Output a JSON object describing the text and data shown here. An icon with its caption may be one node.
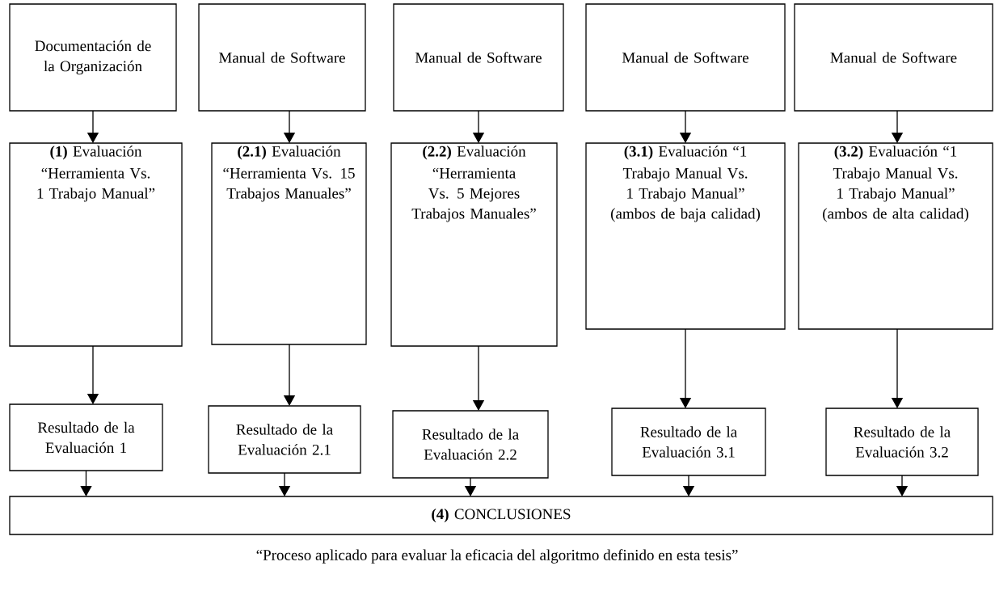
{
  "diagram": {
    "caption": "“Proceso aplicado para evaluar la eficacia del algoritmo definido en esta tesis”",
    "nodes": [
      {
        "text": [
          "Documentación de la Organización"
        ]
      },
      {
        "text": [
          "Manual de Software"
        ]
      },
      {
        "text": [
          "Manual de Software"
        ]
      },
      {
        "text": [
          "Manual de Software"
        ]
      },
      {
        "text": [
          "Manual de Software"
        ]
      },
      {
        "text": [
          "**(1)** Evaluación “Herramienta Vs. 1 Trabajo Manual”"
        ]
      },
      {
        "text": [
          "**(2.1)** Evaluación “Herramienta Vs. 15 Trabajos Manuales”"
        ]
      },
      {
        "text": [
          "**(2.2)** Evaluación “Herramienta Vs. 5 Mejores Trabajos Manuales”"
        ]
      },
      {
        "text": [
          "**(3.1)** Evaluación “1 Trabajo Manual Vs. 1 Trabajo Manual” (ambos de baja calidad)"
        ]
      },
      {
        "text": [
          "**(3.2)** Evaluación “1 Trabajo Manual Vs. 1 Trabajo Manual” (ambos de alta calidad)"
        ]
      },
      {
        "text": [
          "Resultado de la Evaluación 1"
        ]
      },
      {
        "text": [
          "Resultado de la Evaluación 2.1"
        ]
      },
      {
        "text": [
          "Resultado de la Evaluación 2.2"
        ]
      },
      {
        "text": [
          "Resultado de la Evaluación 3.1"
        ]
      },
      {
        "text": [
          "Resultado de la Evaluación 3.2"
        ]
      },
      {
        "text": [
          "**(4)** CONCLUSIONES"
        ]
      }
    ],
    "edges": [
      {
        "from": 0,
        "to": 5,
        "arrow": "to"
      },
      {
        "from": 1,
        "to": 6,
        "arrow": "to"
      },
      {
        "from": 2,
        "to": 7,
        "arrow": "to"
      },
      {
        "from": 3,
        "to": 8,
        "arrow": "to"
      },
      {
        "from": 4,
        "to": 9,
        "arrow": "to"
      },
      {
        "from": 5,
        "to": 10,
        "arrow": "to"
      },
      {
        "from": 6,
        "to": 11,
        "arrow": "to"
      },
      {
        "from": 7,
        "to": 12,
        "arrow": "to"
      },
      {
        "from": 8,
        "to": 13,
        "arrow": "to"
      },
      {
        "from": 9,
        "to": 14,
        "arrow": "to"
      },
      {
        "from": 10,
        "to": 15,
        "arrow": "to"
      },
      {
        "from": 11,
        "to": 15,
        "arrow": "to"
      },
      {
        "from": 12,
        "to": 15,
        "arrow": "to"
      },
      {
        "from": 13,
        "to": 15,
        "arrow": "to"
      },
      {
        "from": 14,
        "to": 15,
        "arrow": "to"
      }
    ]
  }
}
